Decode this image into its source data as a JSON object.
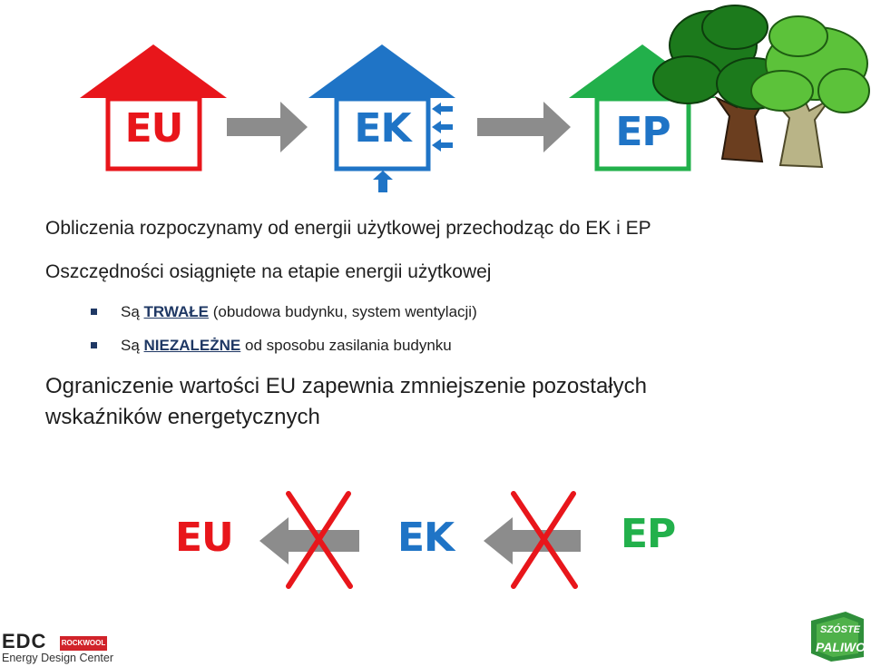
{
  "top_flow": {
    "houses": [
      {
        "label": "EU",
        "color": "#e8161b"
      },
      {
        "label": "EK",
        "color": "#1f74c6"
      },
      {
        "label": "EP",
        "color": "#22b04b"
      }
    ],
    "arrow_color": "#8c8c8c"
  },
  "content": {
    "line1": "Obliczenia rozpoczynamy od energii użytkowej przechodząc do EK i EP",
    "line2": "Oszczędności osiągnięte na etapie energii użytkowej",
    "bullet1": {
      "prefix": "Są ",
      "strong": "TRWAŁE",
      "rest": " (obudowa budynku, system wentylacji)"
    },
    "bullet2": {
      "prefix": "Są ",
      "strong": "NIEZALEŻNE",
      "rest": " od sposobu zasilania budynku"
    },
    "line3a": "Ograniczenie wartości EU zapewnia zmniejszenie pozostałych",
    "line3b": "wskaźników energetycznych"
  },
  "bottom_flow": {
    "labels": [
      "EU",
      "EK",
      "EP"
    ],
    "cross_color": "#e8161b"
  },
  "logos": {
    "edc_letters": "EDC",
    "edc_caption": "Energy Design Center",
    "rockwool": "ROCKWOOL",
    "badge_top": "SZÓSTE",
    "badge_bottom": "PALIWO"
  }
}
